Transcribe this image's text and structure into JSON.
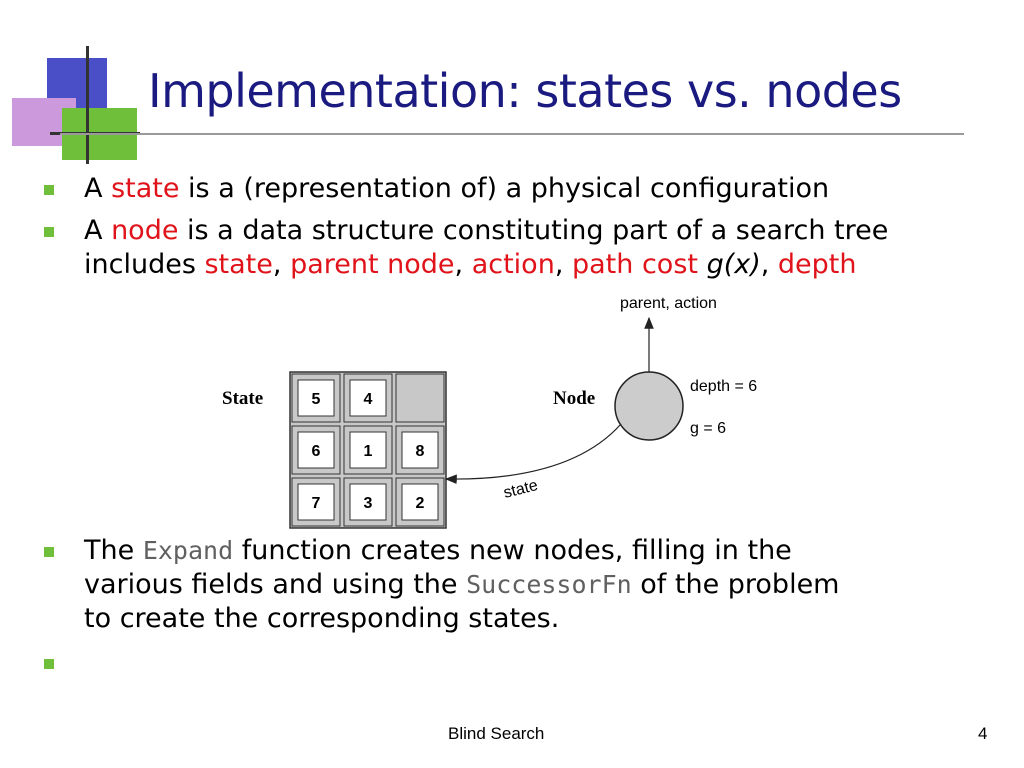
{
  "slide": {
    "title": "Implementation: states vs. nodes",
    "bullets": {
      "b1": {
        "pre": "A ",
        "term": "state",
        "post": " is a (representation of) a physical configuration"
      },
      "b2": {
        "line1_pre": "A ",
        "line1_term": "node",
        "line1_post": " is a data structure constituting part of a search tree",
        "line2_pre": "includes ",
        "f1": "state",
        "sep1": ", ",
        "f2": "parent node",
        "sep2": ", ",
        "f3": "action",
        "sep3": ", ",
        "f4": "path cost",
        "sp": " ",
        "f4_var": "g(x)",
        "sep4": ", ",
        "f5": "depth"
      },
      "b3": {
        "pre": "The ",
        "code1": "Expand",
        "mid1": " function creates new nodes, filling in the",
        "line2_pre": "various fields and using the ",
        "code2": "SuccessorFn",
        "line2_post": " of the problem",
        "line3": "to create the corresponding states."
      }
    }
  },
  "diagram": {
    "state_label": "State",
    "node_label": "Node",
    "parent_action_label": "parent, action",
    "depth_label": "depth = 6",
    "g_label": "g = 6",
    "state_arrow_label": "state",
    "grid": [
      [
        "5",
        "4",
        ""
      ],
      [
        "6",
        "1",
        "8"
      ],
      [
        "7",
        "3",
        "2"
      ]
    ]
  },
  "footer": {
    "text": "Blind Search",
    "page": "4"
  },
  "colors": {
    "title": "#1a1a80",
    "highlight": "#e0131a",
    "bullet": "#6fbf3a",
    "code": "#606060"
  }
}
